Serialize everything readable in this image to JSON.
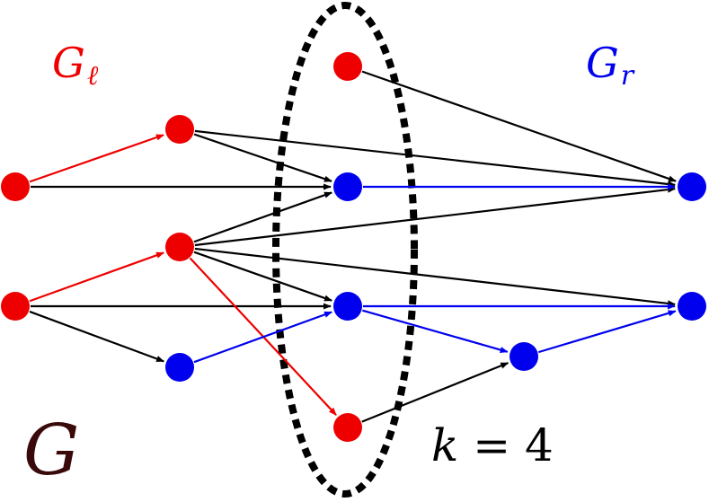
{
  "labels": {
    "g_left": "G",
    "g_left_sub": "ℓ",
    "g_right": "G",
    "g_right_sub": "r",
    "g_main": "G",
    "k_var": "k",
    "k_eq": " = 4"
  },
  "colors": {
    "red": "#ee0000",
    "blue": "#0000ee",
    "black": "#000000",
    "g_main": "#3a0a0a"
  },
  "nodes": [
    {
      "id": "a1",
      "color": "red"
    },
    {
      "id": "a2",
      "color": "red"
    },
    {
      "id": "b1",
      "color": "red"
    },
    {
      "id": "b2",
      "color": "red"
    },
    {
      "id": "b3",
      "color": "blue"
    },
    {
      "id": "s1",
      "color": "red"
    },
    {
      "id": "s2",
      "color": "blue"
    },
    {
      "id": "s3",
      "color": "blue"
    },
    {
      "id": "s4",
      "color": "red"
    },
    {
      "id": "m1",
      "color": "blue"
    },
    {
      "id": "r1",
      "color": "blue"
    },
    {
      "id": "r2",
      "color": "blue"
    }
  ],
  "edges": [
    {
      "from": "a1",
      "to": "b1",
      "color": "red"
    },
    {
      "from": "a1",
      "to": "s2",
      "color": "black"
    },
    {
      "from": "a2",
      "to": "b2",
      "color": "red"
    },
    {
      "from": "a2",
      "to": "s3",
      "color": "black"
    },
    {
      "from": "a2",
      "to": "b3",
      "color": "black"
    },
    {
      "from": "b1",
      "to": "s2",
      "color": "black"
    },
    {
      "from": "b1",
      "to": "r1",
      "color": "black"
    },
    {
      "from": "b2",
      "to": "s2",
      "color": "black"
    },
    {
      "from": "b2",
      "to": "s3",
      "color": "black"
    },
    {
      "from": "b2",
      "to": "r1",
      "color": "black"
    },
    {
      "from": "b2",
      "to": "r2",
      "color": "black"
    },
    {
      "from": "b2",
      "to": "s4",
      "color": "red"
    },
    {
      "from": "b3",
      "to": "s3",
      "color": "blue"
    },
    {
      "from": "s1",
      "to": "r1",
      "color": "black"
    },
    {
      "from": "s2",
      "to": "r1",
      "color": "blue"
    },
    {
      "from": "s3",
      "to": "r2",
      "color": "blue"
    },
    {
      "from": "s3",
      "to": "m1",
      "color": "blue"
    },
    {
      "from": "m1",
      "to": "r2",
      "color": "blue"
    },
    {
      "from": "s4",
      "to": "m1",
      "color": "black"
    }
  ]
}
